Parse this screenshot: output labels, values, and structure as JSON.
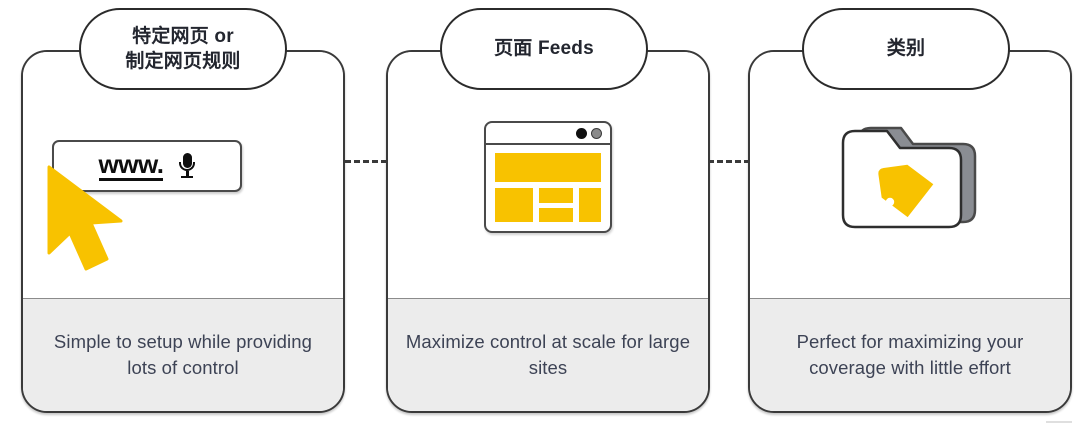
{
  "theme": {
    "accent_yellow": "#F8C200",
    "outline_dark": "#3A3A3A",
    "footer_bg": "#ECECEC",
    "caption_color": "#3D4355",
    "folder_shadow_gray": "#8A8D93"
  },
  "cards": [
    {
      "id": "specific-pages",
      "pill_label": "特定网页 or\n制定网页规则",
      "icon": "search-bar-with-cursor-icon",
      "search_value": "www.",
      "mic_icon": "microphone-icon",
      "cursor_icon": "mouse-cursor-arrow-icon",
      "caption": "Simple to setup while providing lots of control"
    },
    {
      "id": "page-feeds",
      "pill_label": "页面 Feeds",
      "icon": "browser-window-icon",
      "caption": "Maximize control at scale for large sites"
    },
    {
      "id": "categories",
      "pill_label": "类别",
      "icon": "folder-with-tag-icon",
      "caption": "Perfect for maximizing your coverage with little effort"
    }
  ],
  "connectors": [
    {
      "id": "connector-1-2",
      "style": "dashed"
    },
    {
      "id": "connector-2-3",
      "style": "dashed"
    }
  ]
}
